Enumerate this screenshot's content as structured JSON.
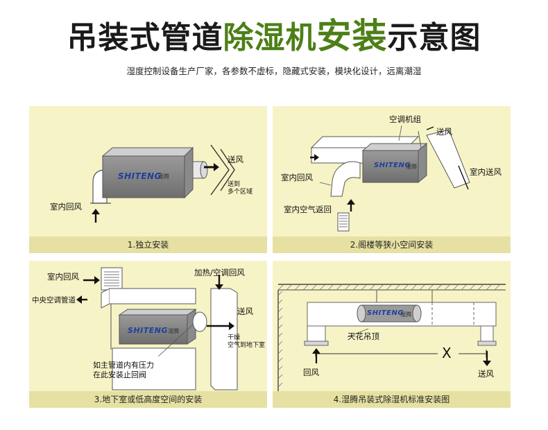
{
  "title": {
    "part1": "吊装式管道",
    "part2": "除湿机",
    "part3": "安装",
    "part4": "示意图"
  },
  "subtitle": "湿度控制设备生产厂家，各参数不虚标，隐藏式安装，模块化设计，远离潮湿",
  "brand": {
    "en": "SHITENG",
    "cn": "湿腾"
  },
  "panels": [
    {
      "caption": "1.独立安装",
      "labels": {
        "return_air": "室内回风",
        "supply_air": "送风",
        "to_areas": "送到\n多个区域"
      }
    },
    {
      "caption": "2.阁楼等狭小空间安装",
      "labels": {
        "ac_unit": "空调机组",
        "supply_air": "送风",
        "indoor_supply": "室内送风",
        "return_air": "室内回风",
        "air_return": "室内空气返回"
      }
    },
    {
      "caption": "3.地下室或低高度空间的安装",
      "labels": {
        "return_air": "室内回风",
        "central_duct": "中央空调管道",
        "heat_ac_return": "加热/空调回风",
        "supply_air": "送风",
        "dry_air": "干燥\n空气到地下室",
        "valve_note": "如主管道内有压力\n在此安装止回阀"
      }
    },
    {
      "caption": "4.湿腾吊装式除湿机标准安装图",
      "labels": {
        "ceiling": "天花吊顶",
        "return_air": "回风",
        "supply_air": "送风",
        "distance": "X"
      }
    }
  ],
  "colors": {
    "title_green": "#4d7f17",
    "panel_bg": "#f6f3c6",
    "caption_bg": "#e6e1a2",
    "brand_blue": "#1f3f9e"
  }
}
